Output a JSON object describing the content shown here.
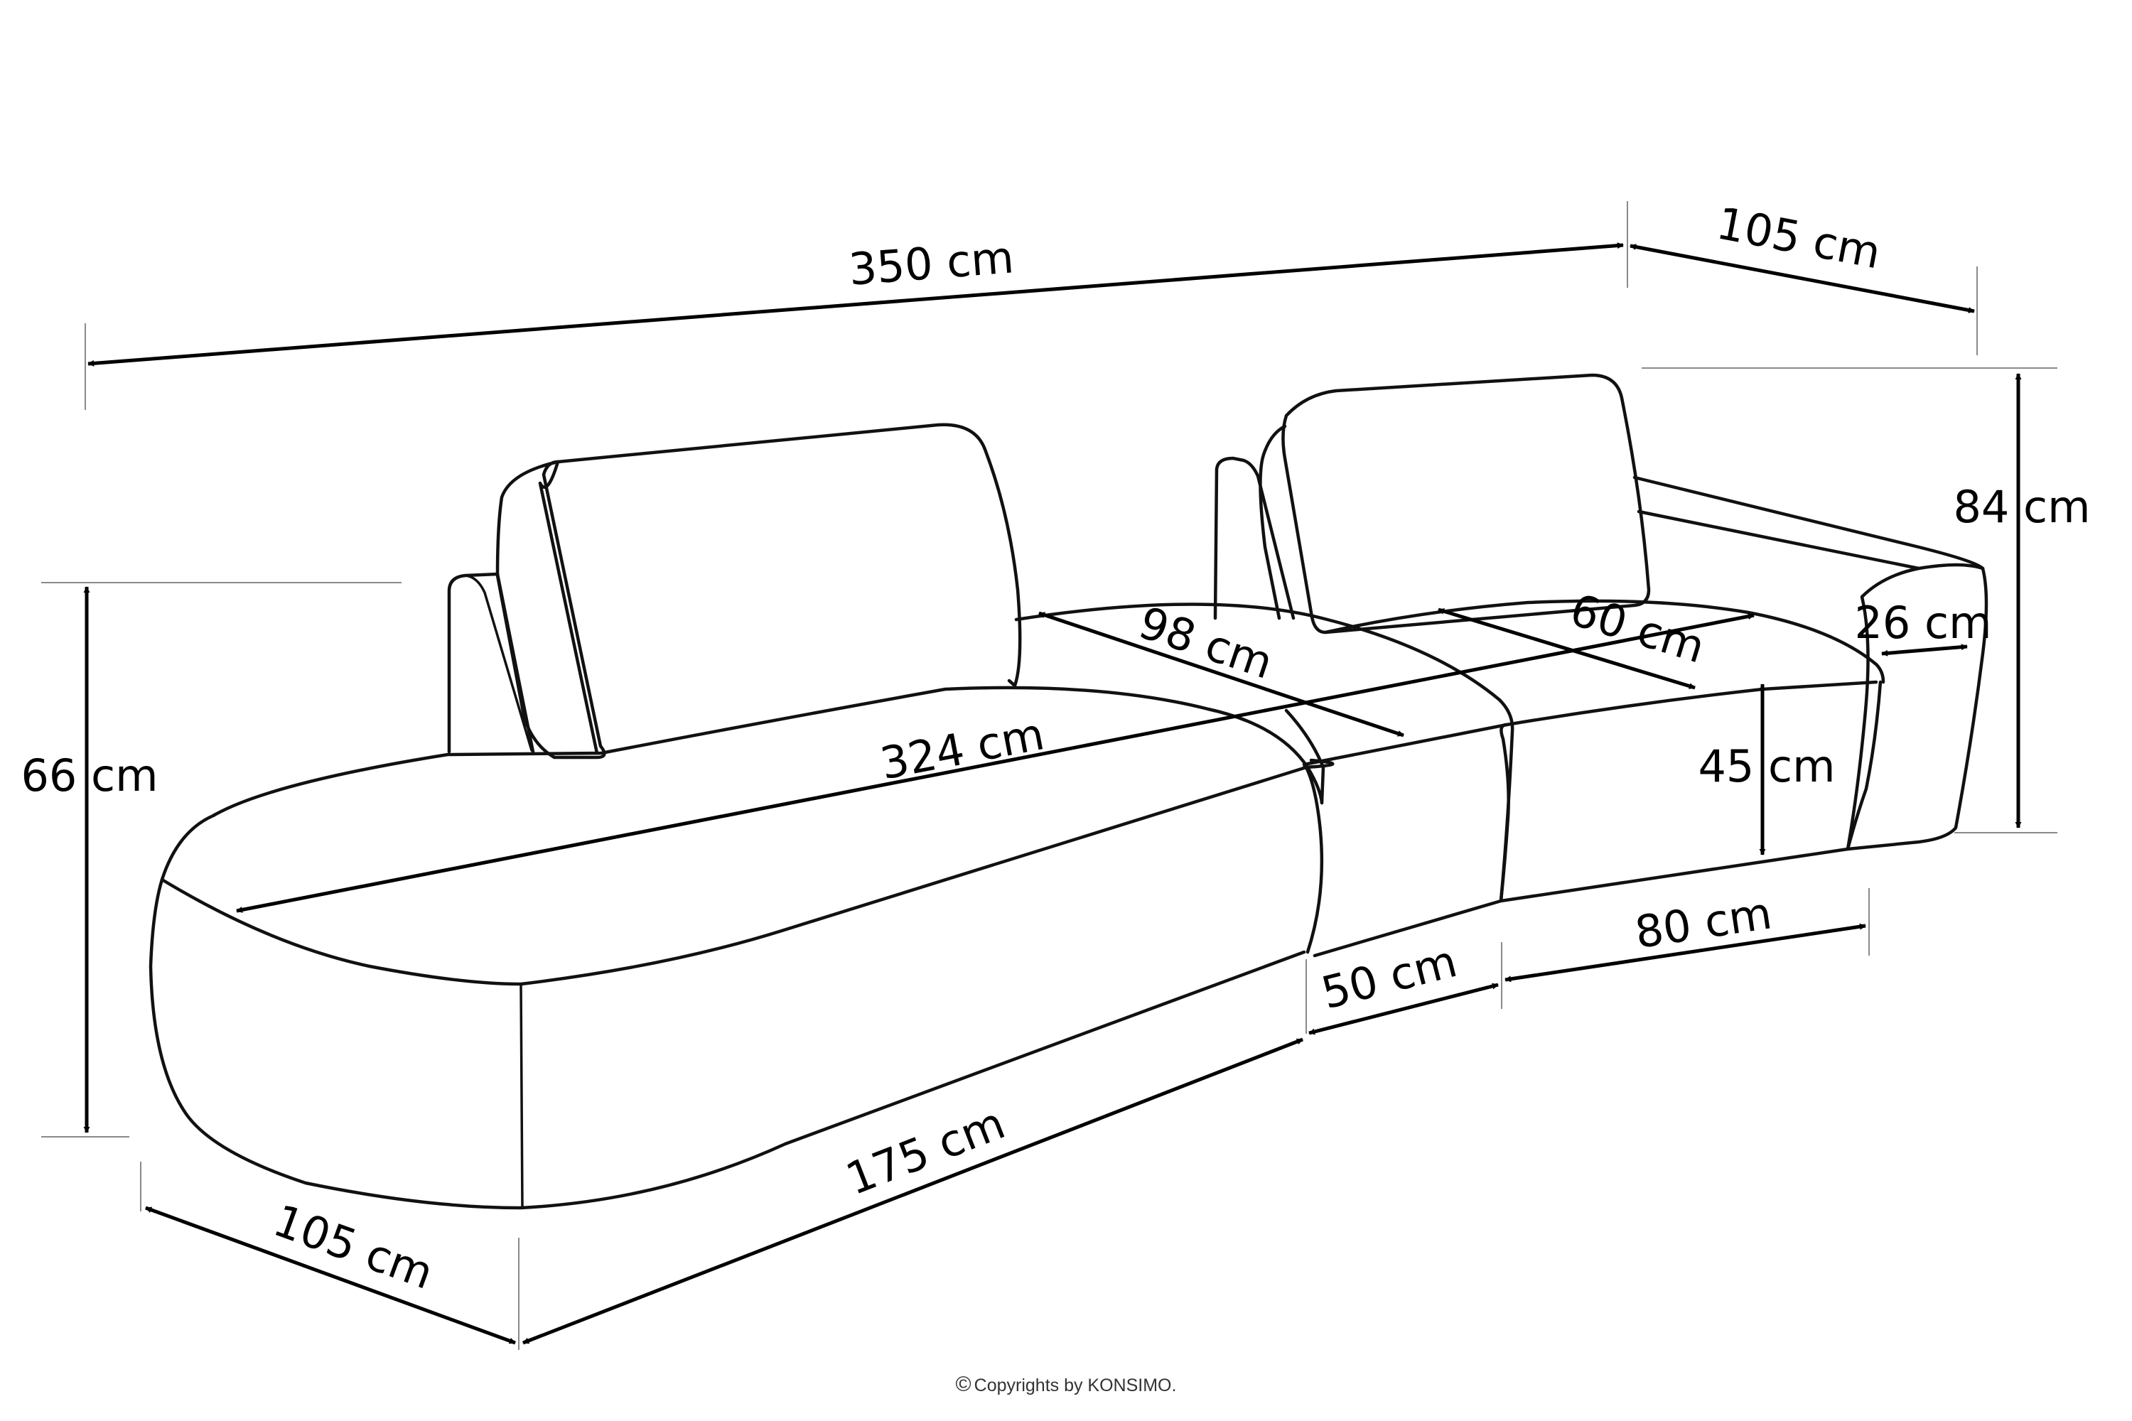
{
  "dimensions": {
    "total_width": "350 cm",
    "chaise_depth_top": "105 cm",
    "total_height": "84 cm",
    "left_height": "66 cm",
    "chaise_seat_depth": "98 cm",
    "seat_depth": "60 cm",
    "armrest_width": "26 cm",
    "seat_length": "324 cm",
    "seat_height": "45 cm",
    "right_module_length": "80 cm",
    "middle_module_length": "50 cm",
    "chaise_length": "175 cm",
    "chaise_depth_bottom": "105 cm"
  },
  "footer": {
    "copyright_symbol": "©",
    "copyright_text": "Copyrights by KONSIMO."
  }
}
